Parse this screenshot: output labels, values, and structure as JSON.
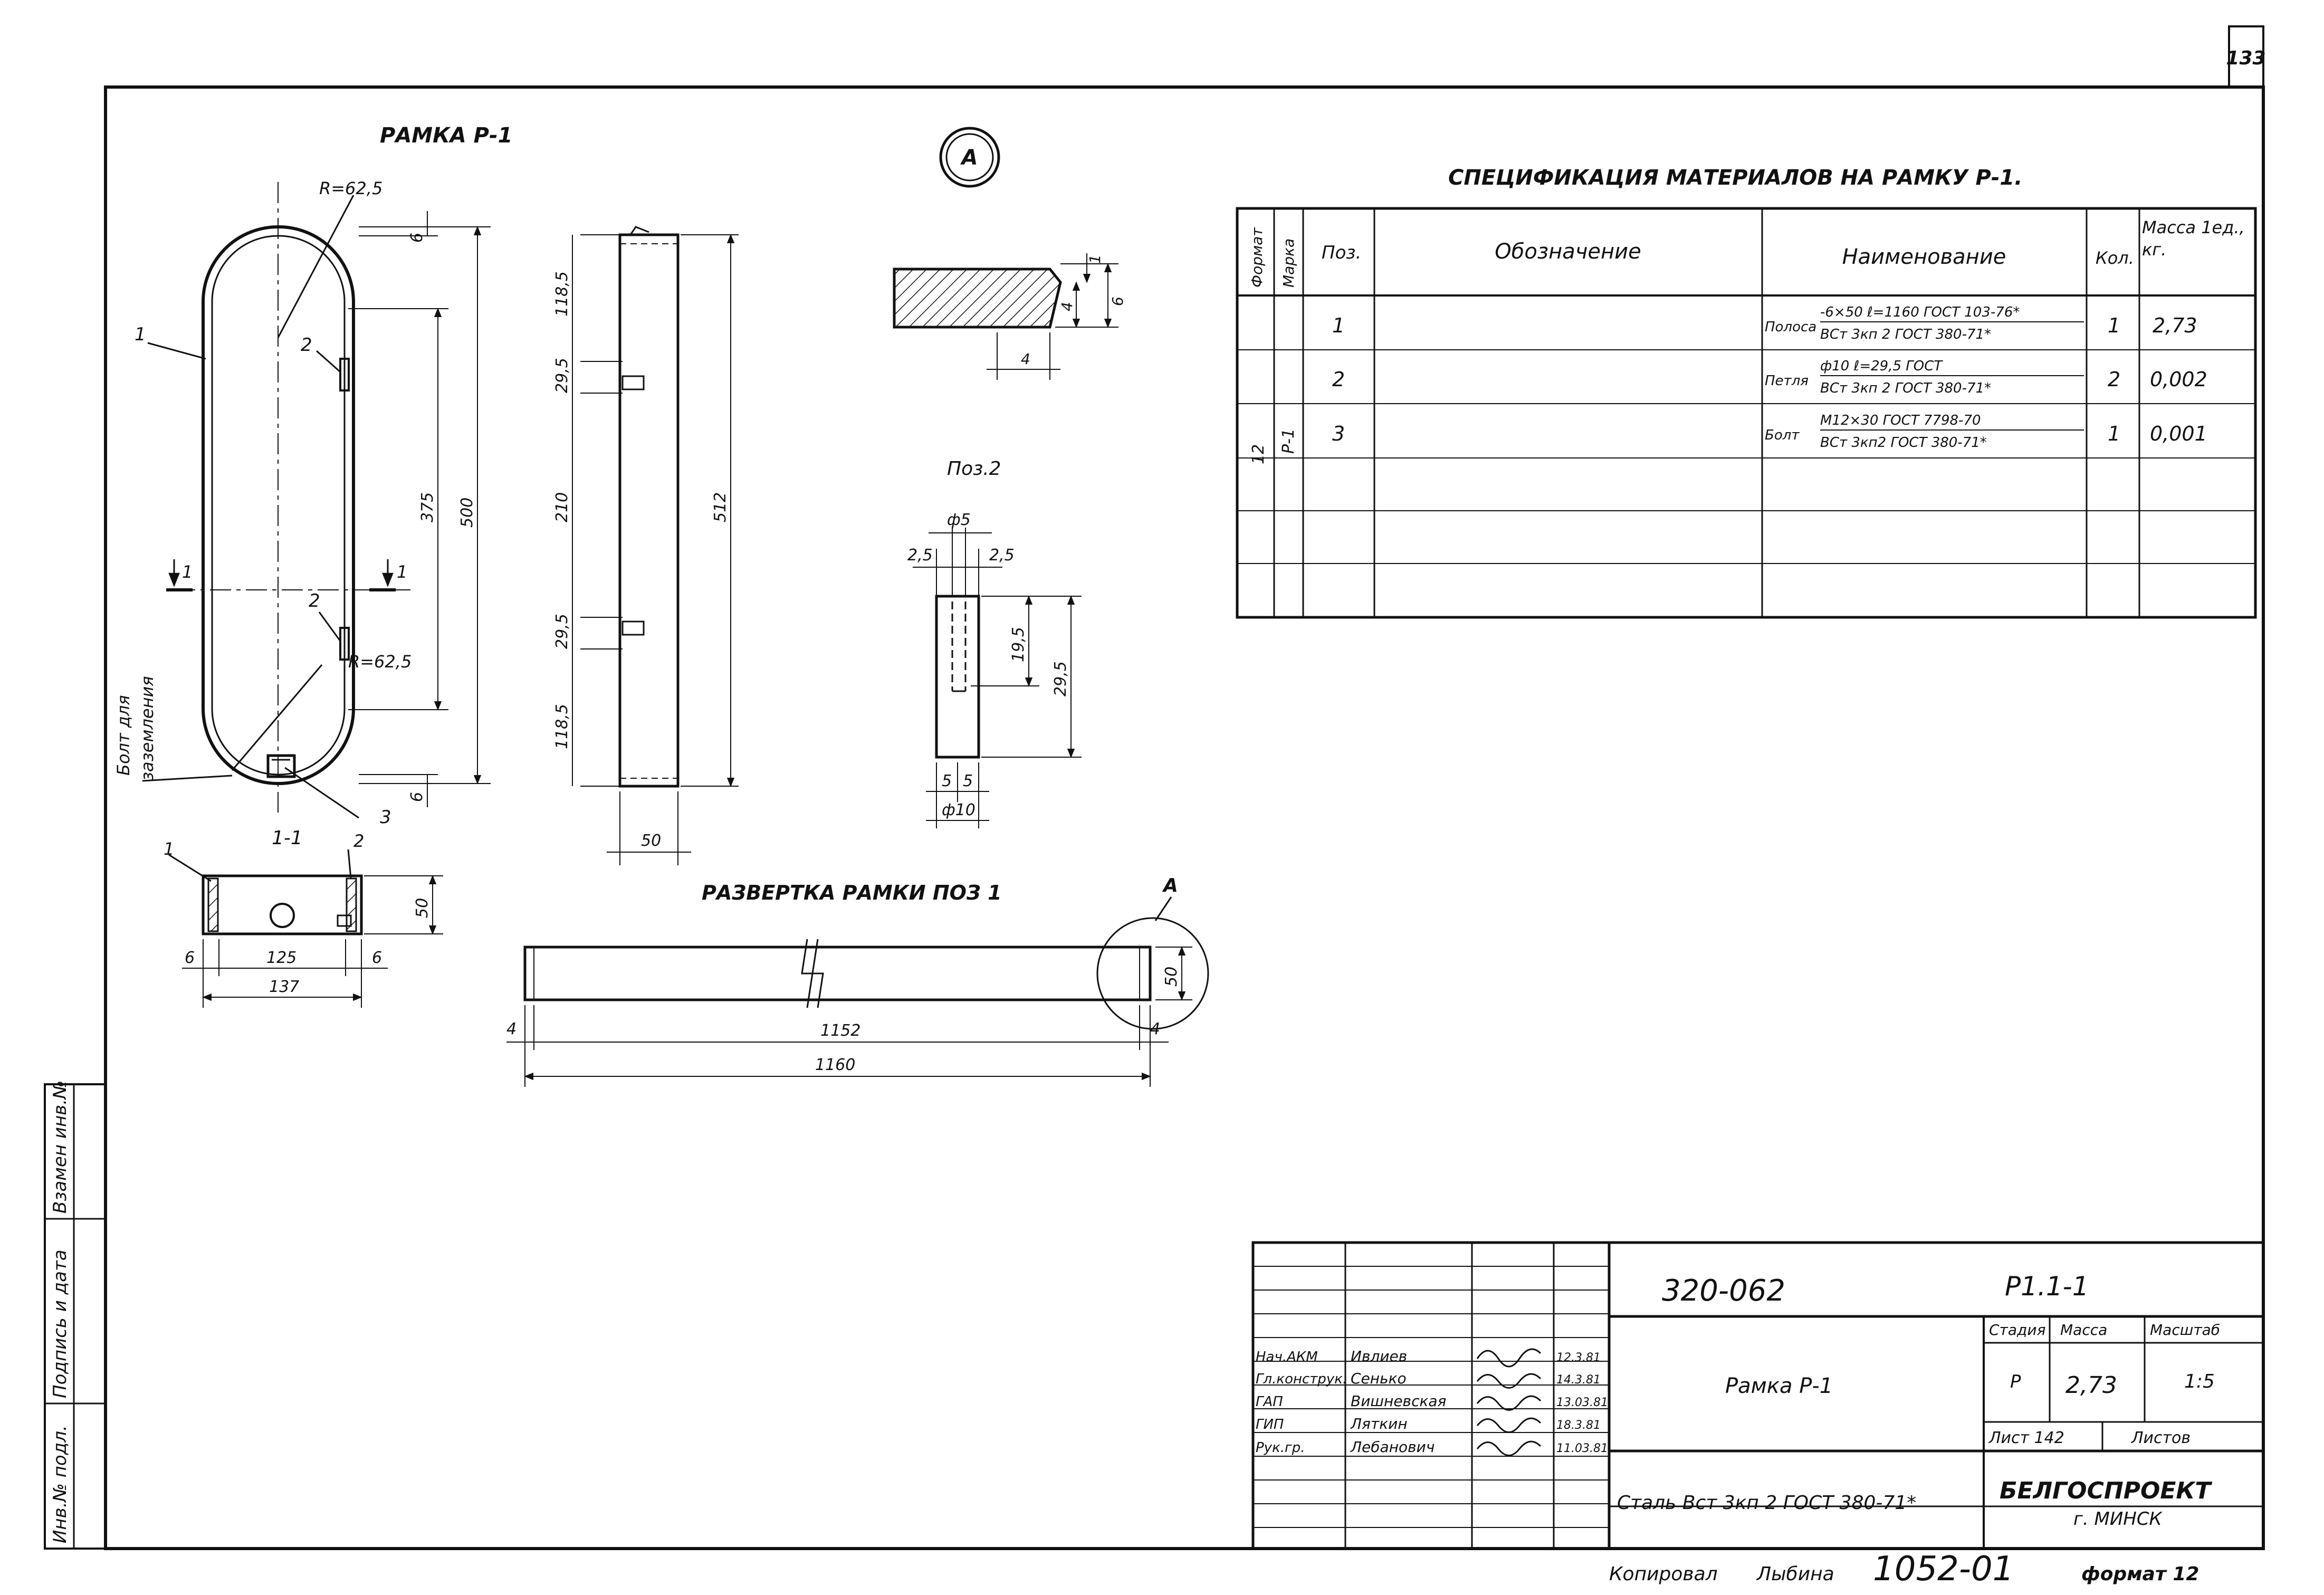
{
  "sheet_number": "133",
  "frame_title": "РАМКА Р-1",
  "callout_a": "А",
  "view_a_dims": {
    "d1": "1",
    "d2": "6",
    "d3": "4"
  },
  "left_view": {
    "radius_top": "R=62,5",
    "radius_bottom": "R=62,5",
    "pos_1": "1",
    "pos_2a": "2",
    "pos_2b": "2",
    "pos_3": "3",
    "section_mark": "1",
    "dim_6_top": "6",
    "dim_6_bottom": "6",
    "dim_375": "375",
    "dim_500": "500",
    "bolt_label_1": "Болт для",
    "bolt_label_2": "заземления"
  },
  "side_view": {
    "d_1185a": "118,5",
    "d_295a": "29,5",
    "d_210": "210",
    "d_295b": "29,5",
    "d_1185b": "118,5",
    "d_512": "512",
    "d_50": "50"
  },
  "section_1_1": {
    "title": "1-1",
    "pos_1": "1",
    "pos_2": "2",
    "d_50": "50",
    "d_6a": "6",
    "d_125": "125",
    "d_6b": "6",
    "d_137": "137"
  },
  "pos2": {
    "title": "Поз.2",
    "d_phi5": "ф5",
    "d_25a": "2,5",
    "d_25b": "2,5",
    "d_195": "19,5",
    "d_295": "29,5",
    "d_5a": "5",
    "d_5b": "5",
    "d_phi10": "ф10"
  },
  "unfold": {
    "title": "РАЗВЕРТКА РАМКИ ПОЗ 1",
    "callout": "А",
    "d_4a": "4",
    "d_4b": "4",
    "d_1152": "1152",
    "d_1160": "1160",
    "d_50": "50"
  },
  "spec": {
    "title": "СПЕЦИФИКАЦИЯ МАТЕРИАЛОВ НА РАМКУ Р-1.",
    "headers": [
      "Формат",
      "Марка",
      "Поз.",
      "Обозначение",
      "Наименование",
      "Кол.",
      "Масса 1ед., кг."
    ],
    "group_col1": "12",
    "group_col2": "Р-1",
    "rows": [
      {
        "pos": "1",
        "name_prefix": "Полоса",
        "name_top": "-6×50 ℓ=1160 ГОСТ 103-76*",
        "name_bottom": "ВСт 3кп 2 ГОСТ 380-71*",
        "qty": "1",
        "mass": "2,73"
      },
      {
        "pos": "2",
        "name_prefix": "Петля",
        "name_top": "ф10 ℓ=29,5 ГОСТ",
        "name_bottom": "ВСт 3кп 2 ГОСТ 380-71*",
        "qty": "2",
        "mass": "0,002"
      },
      {
        "pos": "3",
        "name_prefix": "Болт",
        "name_top": "М12×30 ГОСТ 7798-70",
        "name_bottom": "ВСт 3кп2 ГОСТ 380-71*",
        "qty": "1",
        "mass": "0,001"
      }
    ]
  },
  "left_margin": {
    "label_1": "Инв.№ подл.",
    "label_2": "Подпись и дата",
    "label_3": "Взамен инв.№"
  },
  "title_block": {
    "doc_code": "320-062",
    "sheet_code": "Р1.1-1",
    "stage_label": "Стадия",
    "mass_label": "Масса",
    "scale_label": "Масштаб",
    "stage": "Р",
    "mass": "2,73",
    "scale": "1:5",
    "sheet_label": "Лист 142",
    "sheets_label": "Листов",
    "item_name": "Рамка Р-1",
    "material": "Сталь Вст 3кп 2 ГОСТ 380-71*",
    "org": "БЕЛГОСПРОЕКТ",
    "city": "г. МИНСК",
    "staff": [
      {
        "role": "Нач.АКМ",
        "name": "Ивлиев",
        "date": "12.3.81"
      },
      {
        "role": "Гл.конструк.",
        "name": "Сенько",
        "date": "14.3.81"
      },
      {
        "role": "ГАП",
        "name": "Вишневская",
        "date": "13.03.81"
      },
      {
        "role": "ГИП",
        "name": "Ляткин",
        "date": "18.3.81"
      },
      {
        "role": "Рук.гр.",
        "name": "Лебанович",
        "date": "11.03.81"
      }
    ]
  },
  "footer": {
    "copied": "Копировал",
    "copier": "Лыбина",
    "number": "1052-01",
    "format": "формат 12"
  }
}
